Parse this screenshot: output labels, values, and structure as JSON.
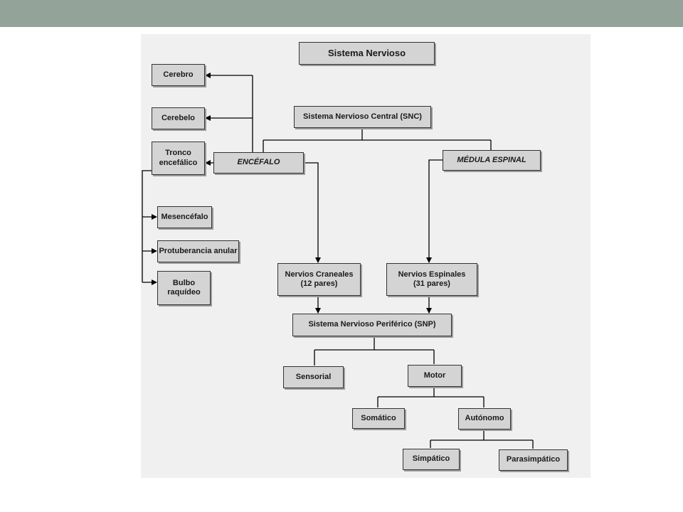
{
  "diagram": {
    "nodes": {
      "sistema_nervioso": "Sistema Nervioso",
      "snc": "Sistema Nervioso Central (SNC)",
      "cerebro": "Cerebro",
      "cerebelo": "Cerebelo",
      "tronco": "Tronco\nencefálico",
      "encefalo": "ENCÉFALO",
      "medula": "MÉDULA ESPINAL",
      "mesencefalo": "Mesencéfalo",
      "protuberancia": "Protuberancia anular",
      "bulbo": "Bulbo\nraquídeo",
      "nervios_craneales": "Nervios Craneales\n(12 pares)",
      "nervios_espinales": "Nervios Espinales\n(31 pares)",
      "snp": "Sistema Nervioso Periférico (SNP)",
      "sensorial": "Sensorial",
      "motor": "Motor",
      "somatico": "Somático",
      "autonomo": "Autónomo",
      "simpatico": "Simpático",
      "parasimpatico": "Parasimpático"
    }
  },
  "colors": {
    "header_bar": "#93a39a",
    "diagram_background": "#f0f0f0",
    "node_fill": "#d4d4d4",
    "node_border": "#333333"
  }
}
